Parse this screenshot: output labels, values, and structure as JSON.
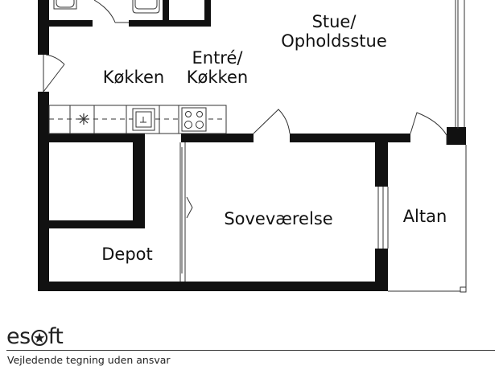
{
  "rooms": {
    "stue_line1": "Stue/",
    "stue_line2": "Opholdsstue",
    "entre_line1": "Entré/",
    "entre_line2": "Køkken",
    "kokken": "Køkken",
    "sovevaerelse": "Soveværelse",
    "depot": "Depot",
    "altan": "Altan"
  },
  "footer": {
    "brand_left": "es",
    "brand_right": "ft",
    "brand_icon": "star-o-icon",
    "disclaimer": "Vejledende tegning uden ansvar"
  },
  "colors": {
    "wall": "#111111",
    "line": "#333333"
  }
}
